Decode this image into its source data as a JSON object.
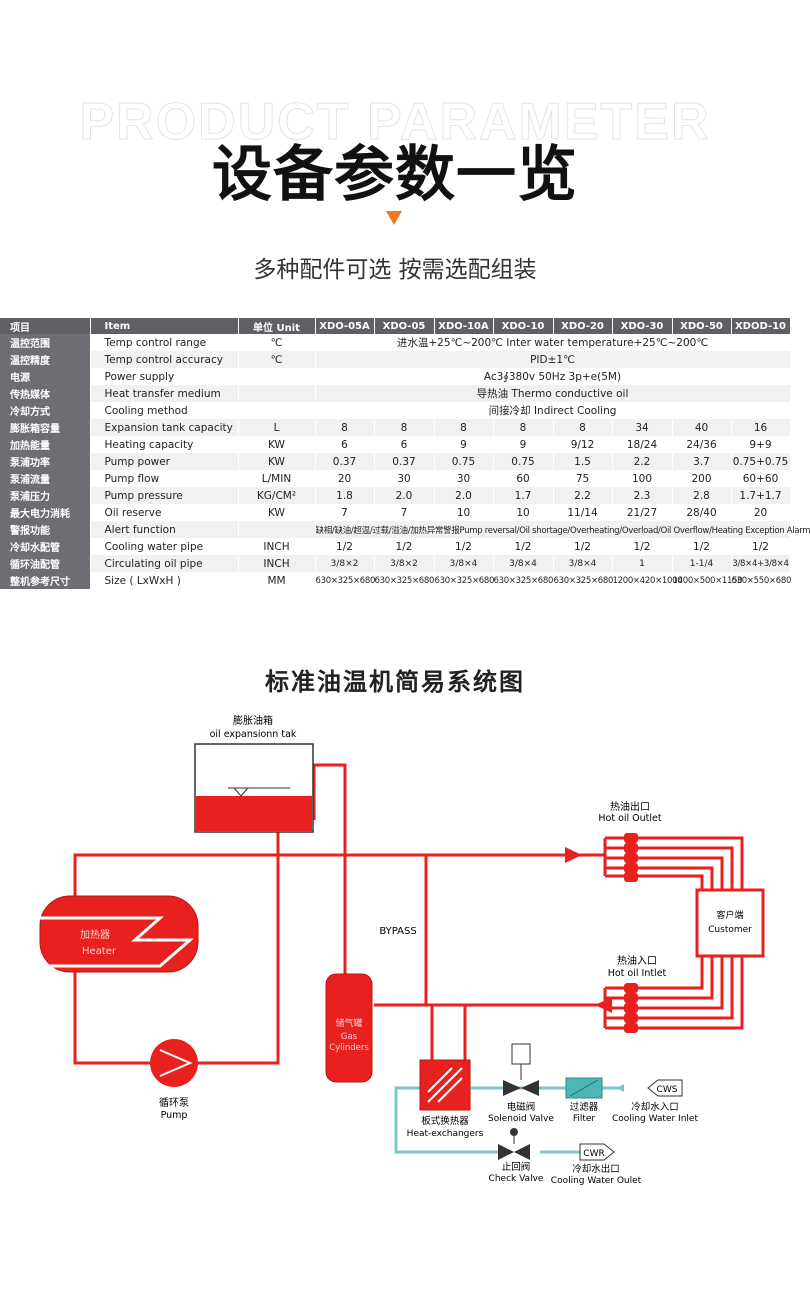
{
  "header": {
    "watermark": "PRODUCT PARAMETER",
    "title": "设备参数一览",
    "subtitle": "多种配件可选 按需选配组装"
  },
  "table": {
    "columns": [
      "项目",
      "Item",
      "单位 Unit",
      "XDO-05A",
      "XDO-05",
      "XDO-10A",
      "XDO-10",
      "XDO-20",
      "XDO-30",
      "XDO-50",
      "XDOD-10"
    ],
    "rows": [
      {
        "cn": "温控范围",
        "en": "Temp control range",
        "unit": "℃",
        "span": "进水温+25℃~200℃ Inter water temperature+25℃~200℃"
      },
      {
        "cn": "温控精度",
        "en": "Temp control accuracy",
        "unit": "℃",
        "span": "PID±1℃"
      },
      {
        "cn": "电源",
        "en": "Power supply",
        "unit": "",
        "span": "Ac3∮380v 50Hz 3p+e(5M)"
      },
      {
        "cn": "传热媒体",
        "en": "Heat transfer medium",
        "unit": "",
        "span": "导热油 Thermo conductive oil"
      },
      {
        "cn": "冷却方式",
        "en": "Cooling method",
        "unit": "",
        "span": "间接冷却 Indirect Cooling"
      },
      {
        "cn": "膨胀箱容量",
        "en": "Expansion tank capacity",
        "unit": "L",
        "values": [
          "8",
          "8",
          "8",
          "8",
          "8",
          "34",
          "40",
          "16"
        ]
      },
      {
        "cn": "加热能量",
        "en": "Heating capacity",
        "unit": "KW",
        "values": [
          "6",
          "6",
          "9",
          "9",
          "9/12",
          "18/24",
          "24/36",
          "9+9"
        ]
      },
      {
        "cn": "泵浦功率",
        "en": "Pump power",
        "unit": "KW",
        "values": [
          "0.37",
          "0.37",
          "0.75",
          "0.75",
          "1.5",
          "2.2",
          "3.7",
          "0.75+0.75"
        ]
      },
      {
        "cn": "泵浦流量",
        "en": "Pump flow",
        "unit": "L/MIN",
        "values": [
          "20",
          "30",
          "30",
          "60",
          "75",
          "100",
          "200",
          "60+60"
        ]
      },
      {
        "cn": "泵浦压力",
        "en": "Pump pressure",
        "unit": "KG/CM²",
        "values": [
          "1.8",
          "2.0",
          "2.0",
          "1.7",
          "2.2",
          "2.3",
          "2.8",
          "1.7+1.7"
        ]
      },
      {
        "cn": "最大电力消耗",
        "en": "Oil reserve",
        "unit": "KW",
        "values": [
          "7",
          "7",
          "10",
          "10",
          "11/14",
          "21/27",
          "28/40",
          "20"
        ]
      },
      {
        "cn": "警报功能",
        "en": "Alert function",
        "unit": "",
        "span": "缺相/缺油/超温/过载/溢油/加热异常警报Pump reversal/Oil shortage/Overheating/Overload/Oil Overflow/Heating Exception Alarm"
      },
      {
        "cn": "冷却水配管",
        "en": "Cooling water pipe",
        "unit": "INCH",
        "values": [
          "1/2",
          "1/2",
          "1/2",
          "1/2",
          "1/2",
          "1/2",
          "1/2",
          "1/2"
        ]
      },
      {
        "cn": "循环油配管",
        "en": "Circulating oil pipe",
        "unit": "INCH",
        "values": [
          "3/8×2",
          "3/8×2",
          "3/8×4",
          "3/8×4",
          "3/8×4",
          "1",
          "1-1/4",
          "3/8×4+3/8×4"
        ]
      },
      {
        "cn": "整机参考尺寸",
        "en": "Size ( LxWxH )",
        "unit": "MM",
        "values": [
          "630×325×680",
          "630×325×680",
          "630×325×680",
          "630×325×680",
          "630×325×680",
          "1200×420×1000",
          "1400×500×1150",
          "630×550×680"
        ]
      }
    ]
  },
  "diagram": {
    "title": "标准油温机简易系统图",
    "labels": {
      "expansion_cn": "膨胀油箱",
      "expansion_en": "oil expansionn tak",
      "heater_cn": "加热器",
      "heater_en": "Heater",
      "bypass": "BYPASS",
      "gas_cn": "储气罐",
      "gas_en1": "Gas",
      "gas_en2": "Cylinders",
      "pump_cn": "循环泵",
      "pump_en": "Pump",
      "hot_outlet_cn": "热油出口",
      "hot_outlet_en": "Hot oil Outlet",
      "customer_cn": "客户端",
      "customer_en": "Customer",
      "hot_inlet_cn": "热油入口",
      "hot_inlet_en": "Hot oil Intlet",
      "hx_cn": "板式换热器",
      "hx_en": "Heat-exchangers",
      "solenoid_cn": "电磁阀",
      "solenoid_en": "Solenoid Valve",
      "filter_cn": "过滤器",
      "filter_en": "Filter",
      "cws": "CWS",
      "cws_cn": "冷却水入口",
      "cws_en": "Cooling Water Inlet",
      "check_cn": "止回阀",
      "check_en": "Check Valve",
      "cwr": "CWR",
      "cwr_cn": "冷却水出口",
      "cwr_en": "Cooling Water Oulet"
    },
    "colors": {
      "oil": "#e8211e",
      "water": "#7cc7cf",
      "dark": "#333333"
    }
  }
}
